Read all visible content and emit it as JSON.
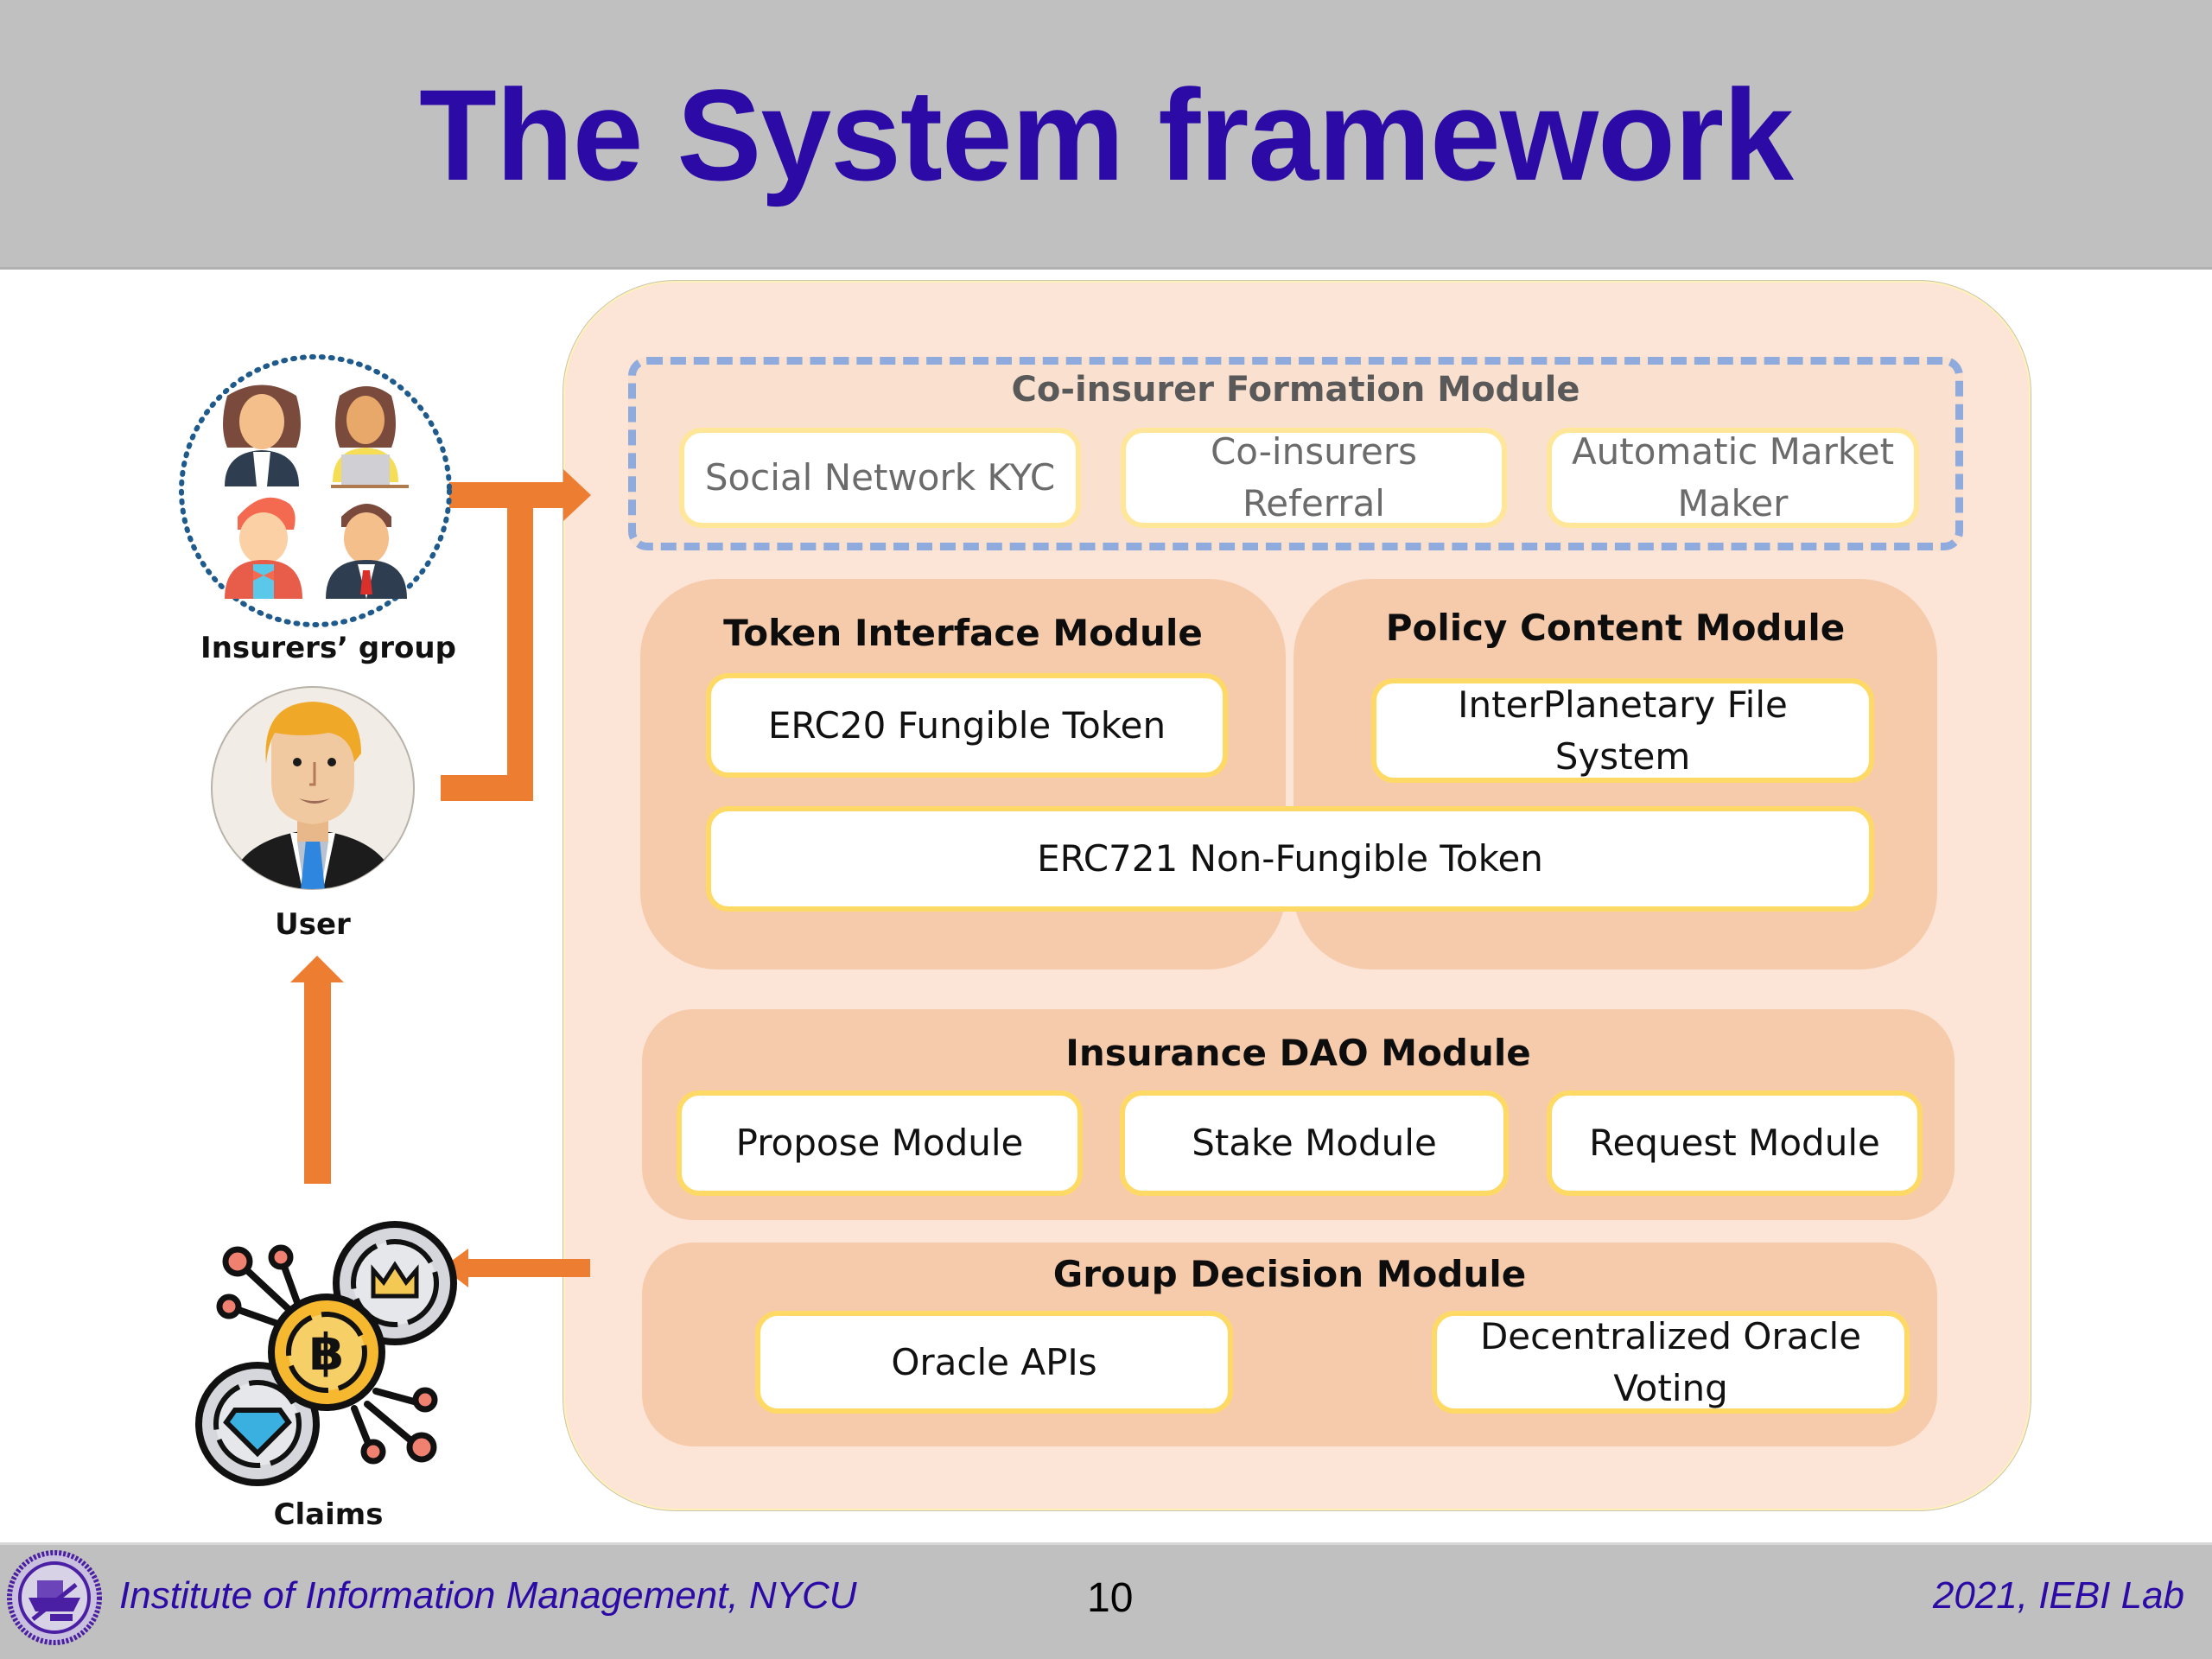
{
  "slide": {
    "title": "The System framework",
    "page_number": "10",
    "footer_left": "Institute of Information Management, NYCU",
    "footer_right": "2021, IEBI Lab"
  },
  "actors": {
    "insurers_group": {
      "label": "Insurers’ group",
      "icon": "people-group-icon"
    },
    "user": {
      "label": "User",
      "icon": "user-avatar-icon"
    },
    "claims": {
      "label": "Claims",
      "icon": "crypto-coins-icon"
    }
  },
  "modules": {
    "co_insurer": {
      "title": "Co-insurer Formation Module",
      "items": [
        "Social Network KYC",
        "Co-insurers Referral",
        "Automatic Market Maker"
      ]
    },
    "token_interface": {
      "title": "Token Interface Module",
      "items": [
        "ERC20 Fungible Token"
      ]
    },
    "policy_content": {
      "title": "Policy Content Module",
      "items": [
        "InterPlanetary File System"
      ]
    },
    "shared": {
      "items": [
        "ERC721 Non-Fungible Token"
      ]
    },
    "insurance_dao": {
      "title": "Insurance DAO Module",
      "items": [
        "Propose Module",
        "Stake Module",
        "Request Module"
      ]
    },
    "group_decision": {
      "title": "Group Decision Module",
      "items": [
        "Oracle APIs",
        "Decentralized Oracle Voting"
      ]
    }
  },
  "colors": {
    "title": "#2b0aa6",
    "arrow": "#ed7d31",
    "outer_panel": "#fce4d6",
    "module_panel": "#f6cbab",
    "box_border": "#ffd966",
    "dashed_border": "#8faadc"
  }
}
